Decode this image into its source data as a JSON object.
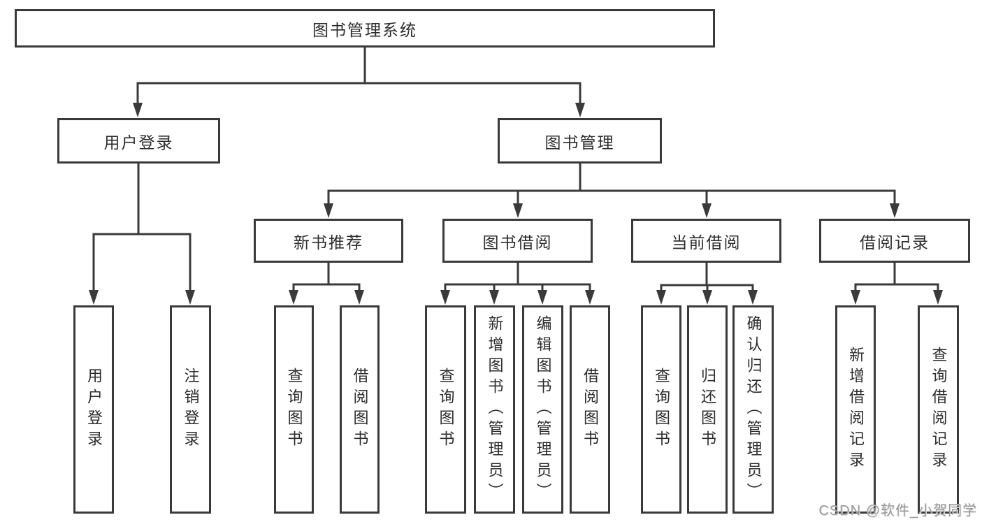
{
  "diagram": {
    "title": "图书管理系统",
    "root": {
      "label": "图书管理系统"
    },
    "branches": [
      {
        "label": "用户登录",
        "children": [
          {
            "label": "用户登录"
          },
          {
            "label": "注销登录"
          }
        ]
      },
      {
        "label": "图书管理",
        "children": [
          {
            "label": "新书推荐",
            "children": [
              {
                "label": "查询图书"
              },
              {
                "label": "借阅图书"
              }
            ]
          },
          {
            "label": "图书借阅",
            "children": [
              {
                "label": "查询图书"
              },
              {
                "label": "新增图书（管理员）"
              },
              {
                "label": "编辑图书（管理员）"
              },
              {
                "label": "借阅图书"
              }
            ]
          },
          {
            "label": "当前借阅",
            "children": [
              {
                "label": "查询图书"
              },
              {
                "label": "归还图书"
              },
              {
                "label": "确认归还（管理员）"
              }
            ]
          },
          {
            "label": "借阅记录",
            "children": [
              {
                "label": "新增借阅记录"
              },
              {
                "label": "查询借阅记录"
              }
            ]
          }
        ]
      }
    ]
  },
  "watermark": {
    "text": "CSDN @软件_小贺同学"
  },
  "colors": {
    "line": "#3a3a3a",
    "text": "#2d2d2d",
    "watermark_text": "#9b9b9b",
    "background": "#ffffff"
  }
}
